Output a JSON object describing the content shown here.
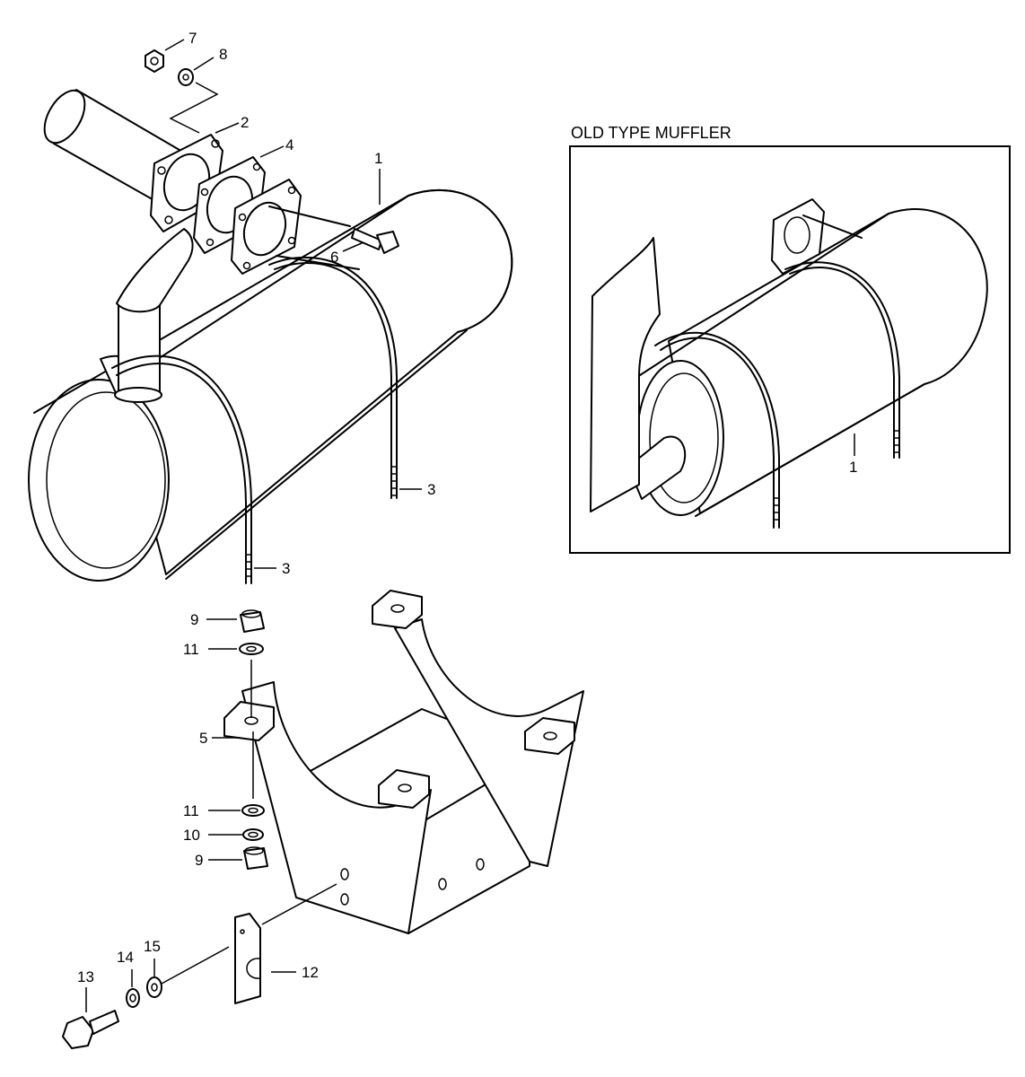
{
  "inset": {
    "title": "OLD TYPE MUFFLER",
    "labels": [
      "1"
    ]
  },
  "callouts": {
    "c1": "1",
    "c2": "2",
    "c3a": "3",
    "c3b": "3",
    "c4": "4",
    "c5": "5",
    "c6": "6",
    "c7": "7",
    "c8": "8",
    "c9a": "9",
    "c9b": "9",
    "c10": "10",
    "c11a": "11",
    "c11b": "11",
    "c12": "12",
    "c13": "13",
    "c14": "14",
    "c15": "15"
  }
}
